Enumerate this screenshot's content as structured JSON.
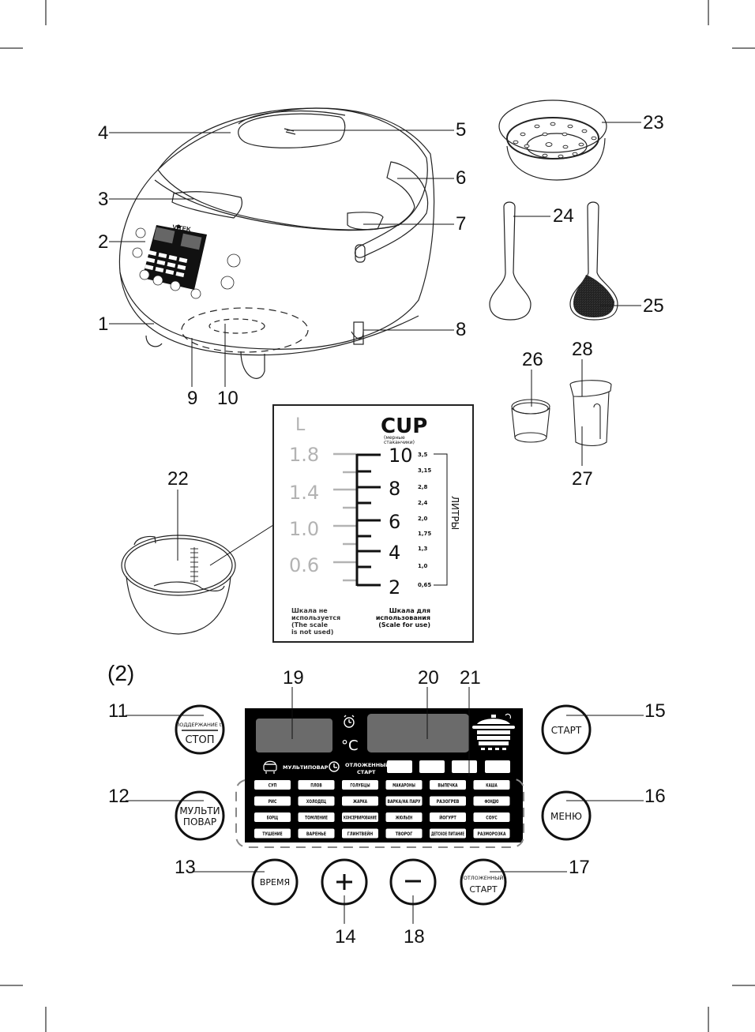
{
  "figure_label": "(2)",
  "callouts": {
    "c1": "1",
    "c2": "2",
    "c3": "3",
    "c4": "4",
    "c5": "5",
    "c6": "6",
    "c7": "7",
    "c8": "8",
    "c9": "9",
    "c10": "10",
    "c11": "11",
    "c12": "12",
    "c13": "13",
    "c14": "14",
    "c15": "15",
    "c16": "16",
    "c17": "17",
    "c18": "18",
    "c19": "19",
    "c20": "20",
    "c21": "21",
    "c22": "22",
    "c23": "23",
    "c24": "24",
    "c25": "25",
    "c26": "26",
    "c27": "27",
    "c28": "28"
  },
  "device": {
    "brand": "VITEK"
  },
  "scale_card": {
    "liters_header": "L",
    "cup_header": "CUP",
    "cup_sub_1": "(мерные",
    "cup_sub_2": "стаканчики)",
    "liters_unused": [
      "1.8",
      "1.4",
      "1.0",
      "0.6"
    ],
    "cups": [
      "10",
      "8",
      "6",
      "4",
      "2"
    ],
    "liters_values": [
      "3,5",
      "3,15",
      "2,8",
      "2,4",
      "2,0",
      "1,75",
      "1,3",
      "1,0",
      "0,65"
    ],
    "liters_word": "ЛИТРЫ",
    "note_unused": [
      "Шкала не",
      "используется",
      "(The scale",
      "is not used)"
    ],
    "note_used": [
      "Шкала для",
      "использования",
      "(Scale for use)"
    ]
  },
  "panel": {
    "multipovar_label": "МУЛЬТИПОВАР",
    "delay_label_1": "ОТЛОЖЕННЫЙ",
    "delay_label_2": "СТАРТ",
    "celsius": "°C",
    "programs": [
      [
        "СУП",
        "ПЛОВ",
        "ГОЛУБЦЫ",
        "МАКАРОНЫ",
        "ВЫПЕЧКА",
        "КАША"
      ],
      [
        "РИС",
        "ХОЛОДЕЦ",
        "ЖАРКА",
        "ВАРКА/НА ПАРУ",
        "РАЗОГРЕВ",
        "ФОНДЮ"
      ],
      [
        "БОРЩ",
        "ТОМЛЕНИЕ",
        "КОНСЕРВИРОВАНИЕ",
        "ЖЮЛЬЕН",
        "ЙОГУРТ",
        "СОУС"
      ],
      [
        "ТУШЕНИЕ",
        "ВАРЕНЬЕ",
        "ГЛИНТВЕЙН",
        "ТВОРОГ",
        "ДЕТСКОЕ ПИТАНИЕ",
        "РАЗМОРОЗКА"
      ]
    ],
    "highlight_color": "#8b1a1a"
  },
  "buttons": {
    "keep_warm_top": "ПОДДЕРЖАНИЕ t°",
    "keep_warm_bottom": "СТОП",
    "multi_1": "МУЛЬТИ",
    "multi_2": "ПОВАР",
    "time": "ВРЕМЯ",
    "plus": "+",
    "minus": "−",
    "delay_1": "ОТЛОЖЕННЫЙ",
    "delay_2": "СТАРТ",
    "start": "СТАРТ",
    "menu": "МЕНЮ"
  }
}
